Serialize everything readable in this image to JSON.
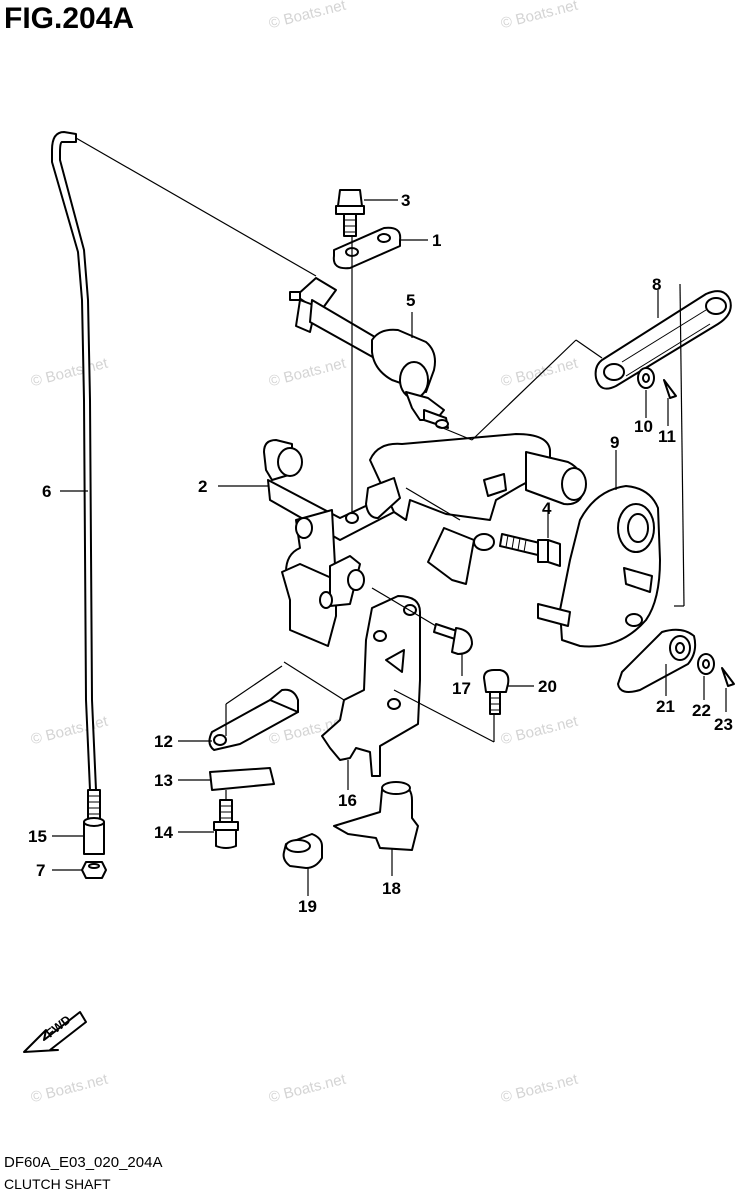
{
  "figure": {
    "title": "FIG.204A",
    "code": "DF60A_E03_020_204A",
    "caption": "CLUTCH SHAFT"
  },
  "watermark": {
    "text": "© Boats.net",
    "color": "#d4d4d4"
  },
  "fwd_arrow": {
    "label": "FWD"
  },
  "callouts": [
    {
      "number": "1"
    },
    {
      "number": "2"
    },
    {
      "number": "3"
    },
    {
      "number": "4"
    },
    {
      "number": "5"
    },
    {
      "number": "6"
    },
    {
      "number": "7"
    },
    {
      "number": "8"
    },
    {
      "number": "9"
    },
    {
      "number": "10"
    },
    {
      "number": "11"
    },
    {
      "number": "12"
    },
    {
      "number": "13"
    },
    {
      "number": "14"
    },
    {
      "number": "15"
    },
    {
      "number": "16"
    },
    {
      "number": "17"
    },
    {
      "number": "18"
    },
    {
      "number": "19"
    },
    {
      "number": "20"
    },
    {
      "number": "21"
    },
    {
      "number": "22"
    },
    {
      "number": "23"
    }
  ]
}
